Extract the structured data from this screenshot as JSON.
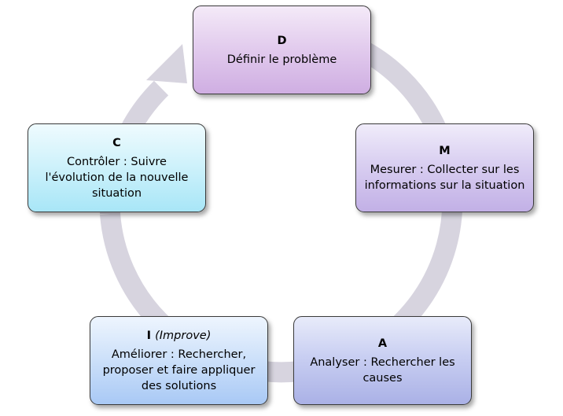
{
  "steps": {
    "d": {
      "letter": "D",
      "text": "Définir le problème"
    },
    "m": {
      "letter": "M",
      "text": "Mesurer : Collecter sur les informations sur la situation"
    },
    "a": {
      "letter": "A",
      "text": "Analyser : Rechercher les causes"
    },
    "i": {
      "letter": "I",
      "note": "(Improve)",
      "text": "Améliorer : Rechercher, proposer et faire appliquer des solutions"
    },
    "c": {
      "letter": "C",
      "text": "Contrôler : Suivre l'évolution de la nouvelle situation"
    }
  },
  "colors": {
    "ring": "#d7d4df",
    "box_border": "#3a3a3a"
  }
}
